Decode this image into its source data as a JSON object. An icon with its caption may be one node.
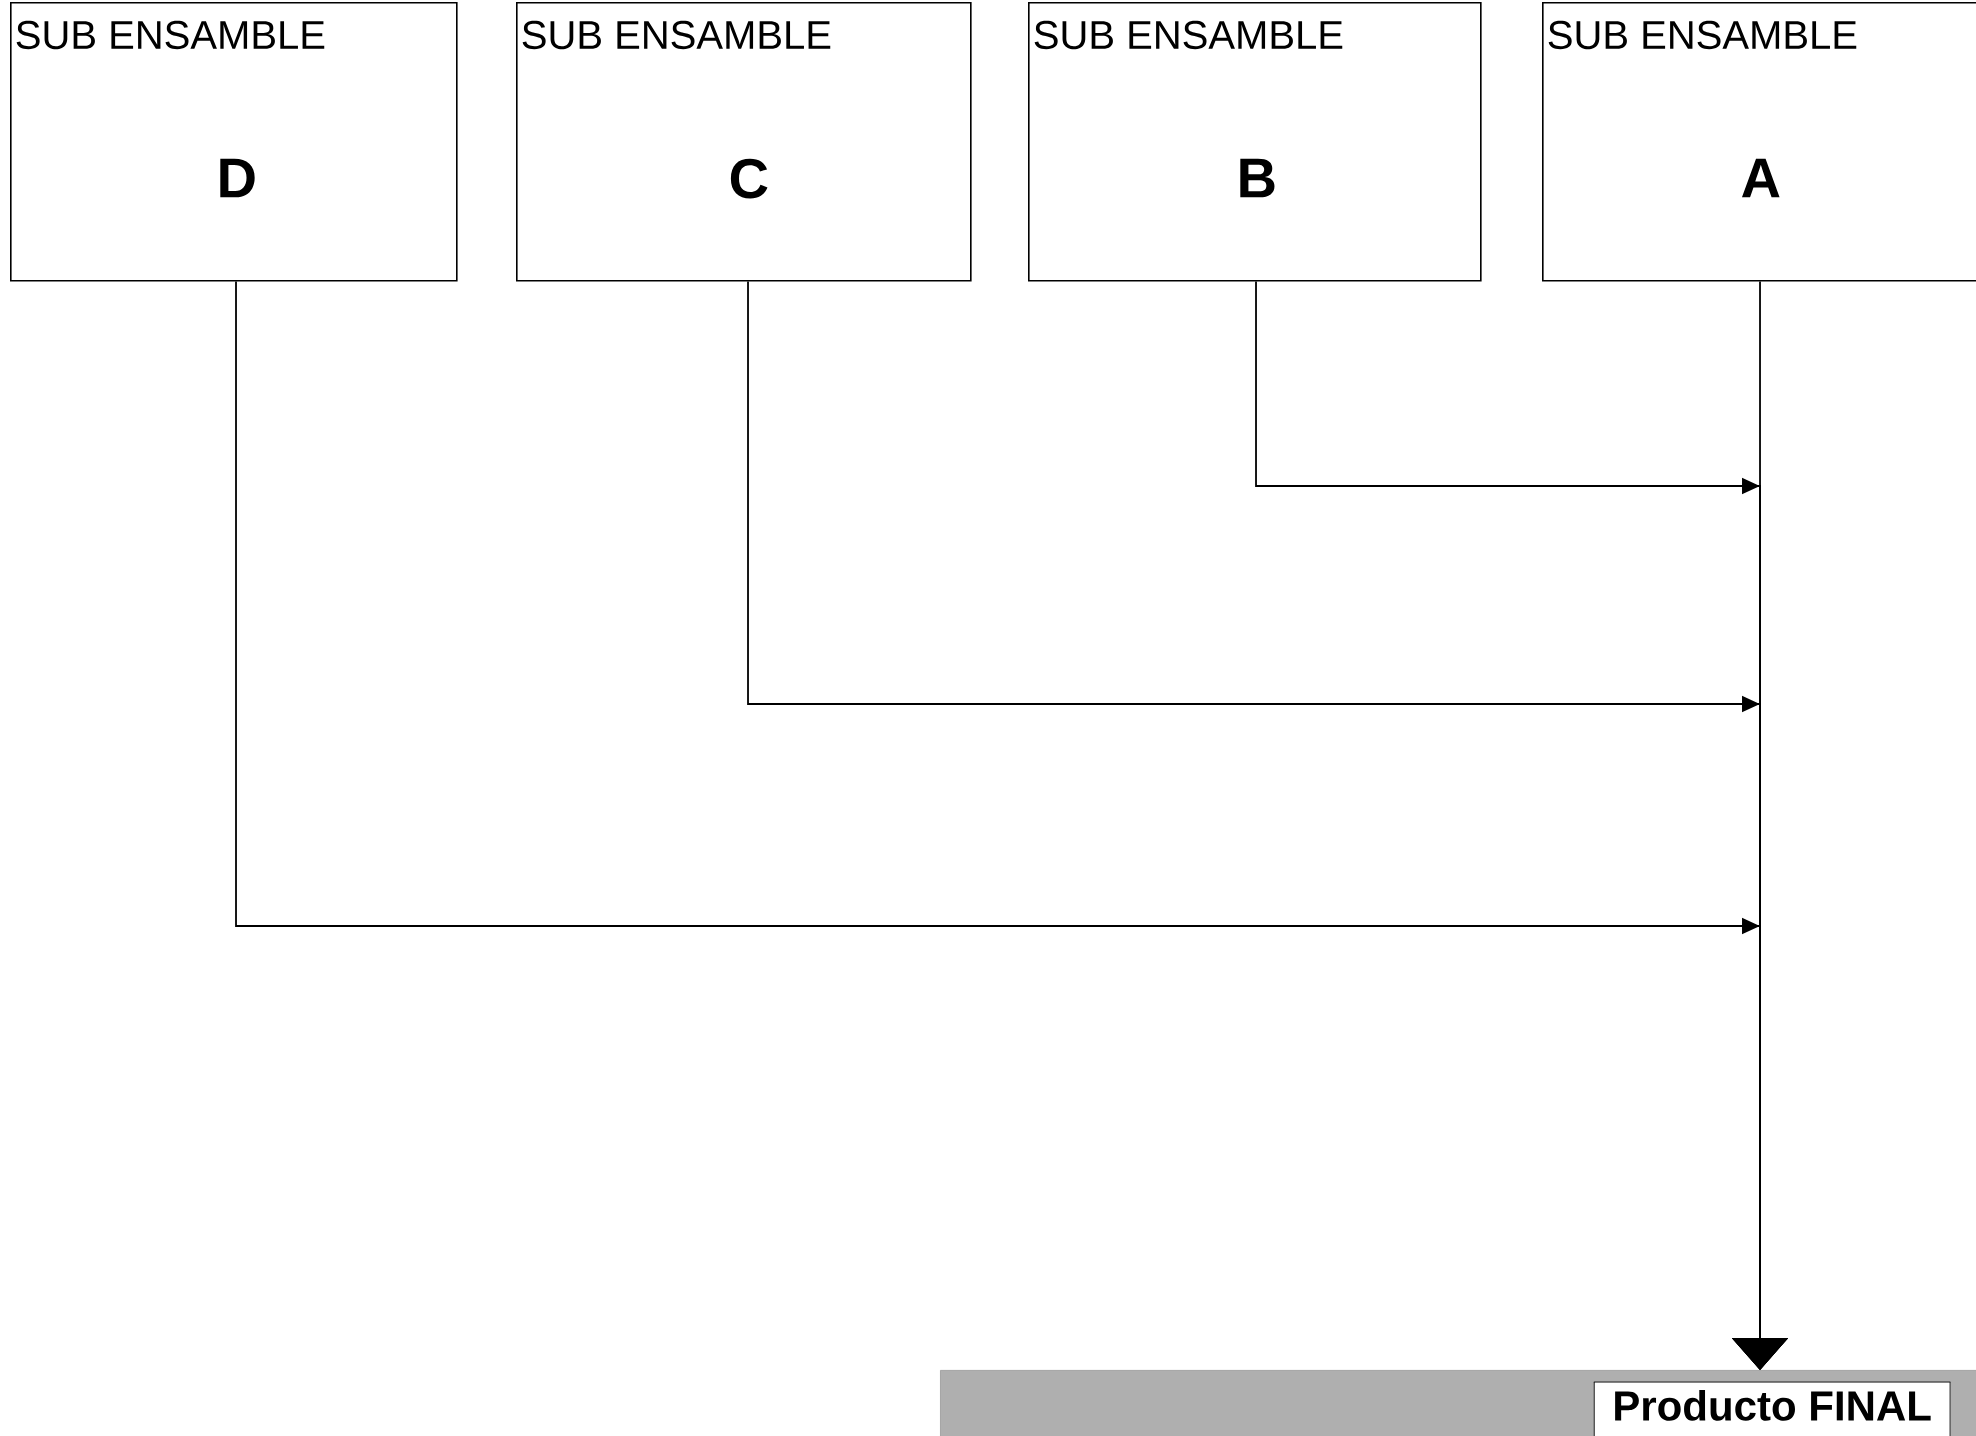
{
  "diagram": {
    "nodes": [
      {
        "text": [
          "SUB ENSAMBLE",
          "A"
        ]
      },
      {
        "text": [
          "SUB ENSAMBLE",
          "B"
        ]
      },
      {
        "text": [
          "SUB ENSAMBLE",
          "C"
        ]
      },
      {
        "text": [
          "SUB ENSAMBLE",
          "D"
        ]
      },
      {
        "text": [
          "Producto FINAL"
        ]
      }
    ],
    "edges": [
      {
        "from": 0,
        "to": 4,
        "arrow": "to"
      },
      {
        "from": 1,
        "to": 4,
        "arrow": "to"
      },
      {
        "from": 2,
        "to": 4,
        "arrow": "to"
      },
      {
        "from": 3,
        "to": 4,
        "arrow": "to"
      }
    ]
  }
}
